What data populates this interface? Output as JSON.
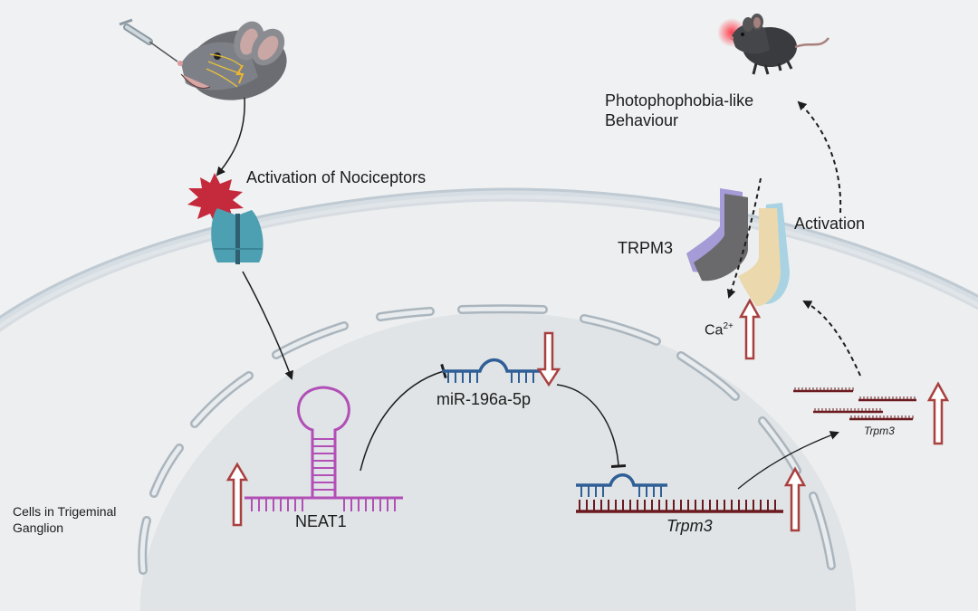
{
  "labels": {
    "activation_nociceptors": "Activation of Nociceptors",
    "photophobia_line1": "Photophophobia-like",
    "photophobia_line2": "Behaviour",
    "activation": "Activation",
    "trpm3_channel": "TRPM3",
    "calcium": "Ca",
    "calcium_charge": "2+",
    "mirna": "miR-196a-5p",
    "neat1": "NEAT1",
    "trpm3_mrna": "Trpm3",
    "trpm3_fragments": "Trpm3",
    "cell_line1": "Cells in Trigeminal",
    "cell_line2": "Ganglion"
  },
  "colors": {
    "background": "#f0f1f2",
    "membrane": "#c5d0d9",
    "nucleus": "#e4e7e9",
    "neat1": "#b14fb7",
    "mirna": "#2f5f96",
    "mrna": "#6b1a1f",
    "up_down_arrow": "#a8403f",
    "receptor": "#4aa0b4",
    "burst": "#c72c3c"
  },
  "icons": {
    "mouse_injection": "mouse-with-syringe-icon",
    "mouse_behaviour": "mouse-light-sensitive-icon",
    "receptor": "nociceptor-receptor-icon",
    "channel": "trpm3-channel-icon"
  },
  "regulation": {
    "neat1": "up",
    "mirna": "down",
    "trpm3_mrna": "up",
    "trpm3_fragments": "up",
    "calcium": "up"
  }
}
